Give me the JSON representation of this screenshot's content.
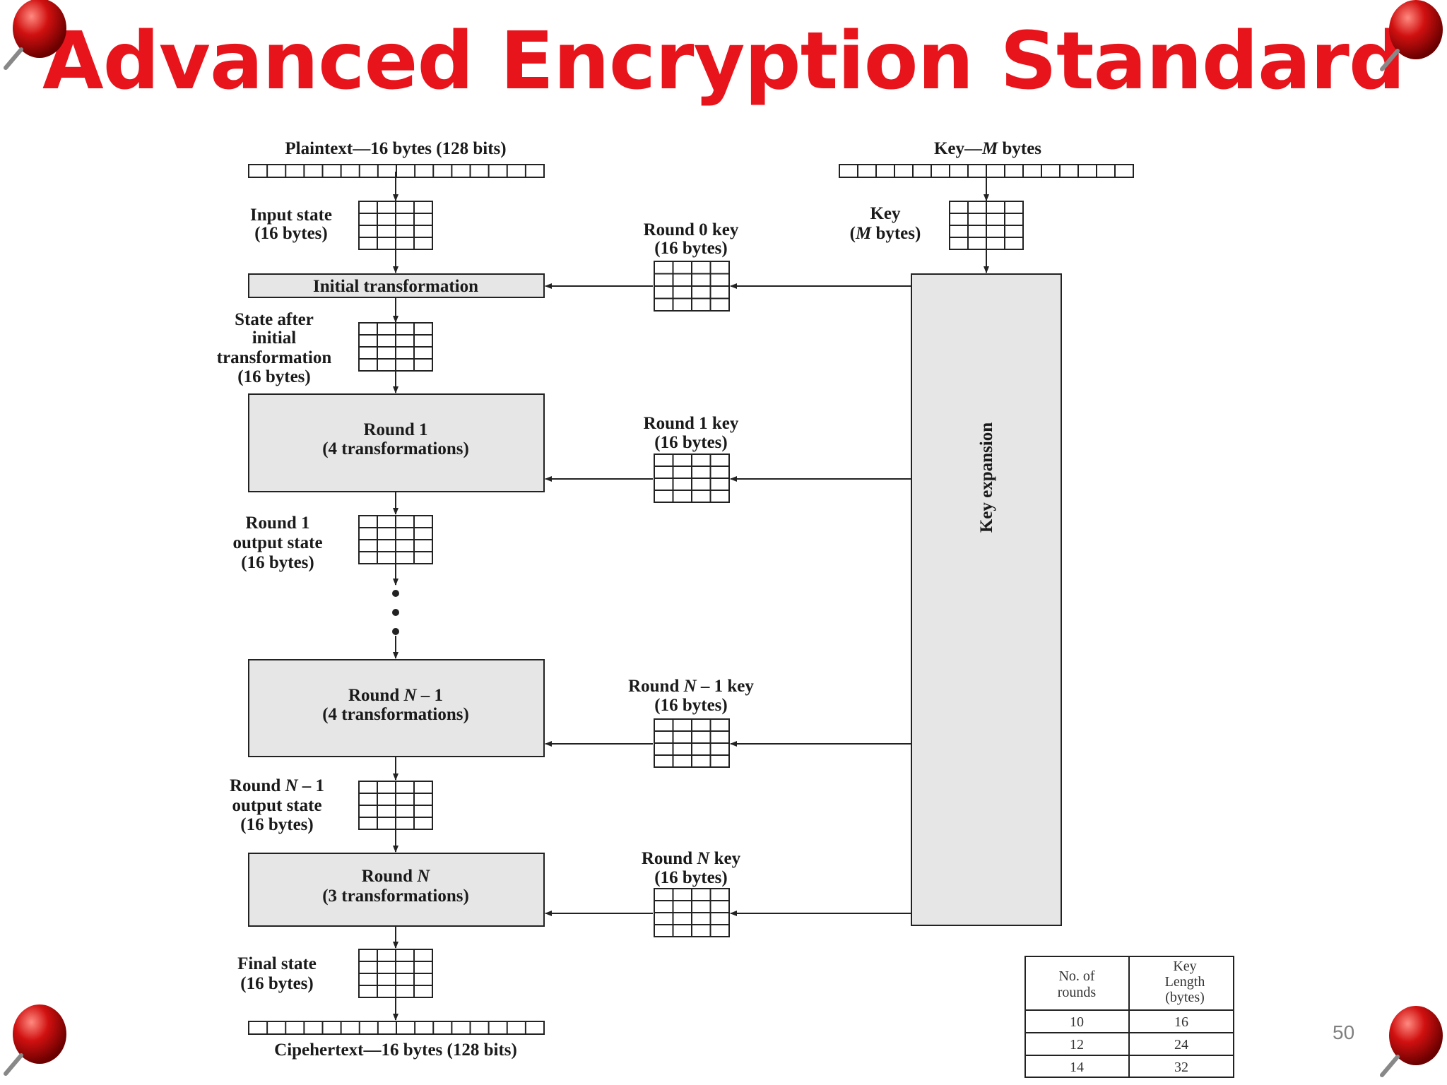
{
  "slide": {
    "title": "Advanced Encryption Standard",
    "page_number": "50",
    "accent_color": "#e8141c"
  },
  "diagram": {
    "plaintext_label": "Plaintext—16 bytes (128 bits)",
    "key_label_pre": "Key—",
    "key_label_var": "M",
    "key_label_post": " bytes",
    "input_state": [
      "Input state",
      "(16 bytes)"
    ],
    "key_state": {
      "line1": "Key",
      "var": "M",
      "post": " bytes)"
    },
    "initial_transformation": "Initial transformation",
    "state_after_initial": [
      "State after",
      "initial",
      "transformation",
      "(16 bytes)"
    ],
    "round1_box": [
      "Round 1",
      "(4 transformations)"
    ],
    "round1_output": [
      "Round 1",
      "output state",
      "(16 bytes)"
    ],
    "roundn1_box_pre": "Round ",
    "roundn1_box_post": " – 1",
    "roundn1_box_line2": "(4 transformations)",
    "roundn1_output_pre": "Round ",
    "roundn1_output_post": " – 1",
    "roundn1_output_lines": [
      "output state",
      "(16 bytes)"
    ],
    "roundn_box_pre": "Round ",
    "roundn_box_line2": "(3 transformations)",
    "final_state": [
      "Final state",
      "(16 bytes)"
    ],
    "ciphertext_label": "Cipehertext—16 bytes (128 bits)",
    "round0_key": [
      "Round 0 key",
      "(16 bytes)"
    ],
    "round1_key": [
      "Round 1 key",
      "(16 bytes)"
    ],
    "roundn1_key_pre": "Round ",
    "roundn1_key_post": " – 1 key",
    "roundn_key_pre": "Round ",
    "roundn_key_post": " key",
    "key_bytes_line": "(16 bytes)",
    "var_n": "N",
    "key_expansion": "Key expansion"
  },
  "rounds_table": {
    "headers": [
      "No. of rounds",
      "Key Length (bytes)"
    ],
    "header_lines": [
      [
        "No. of",
        "rounds"
      ],
      [
        "Key",
        "Length",
        "(bytes)"
      ]
    ],
    "rows": [
      [
        "10",
        "16"
      ],
      [
        "12",
        "24"
      ],
      [
        "14",
        "32"
      ]
    ]
  }
}
